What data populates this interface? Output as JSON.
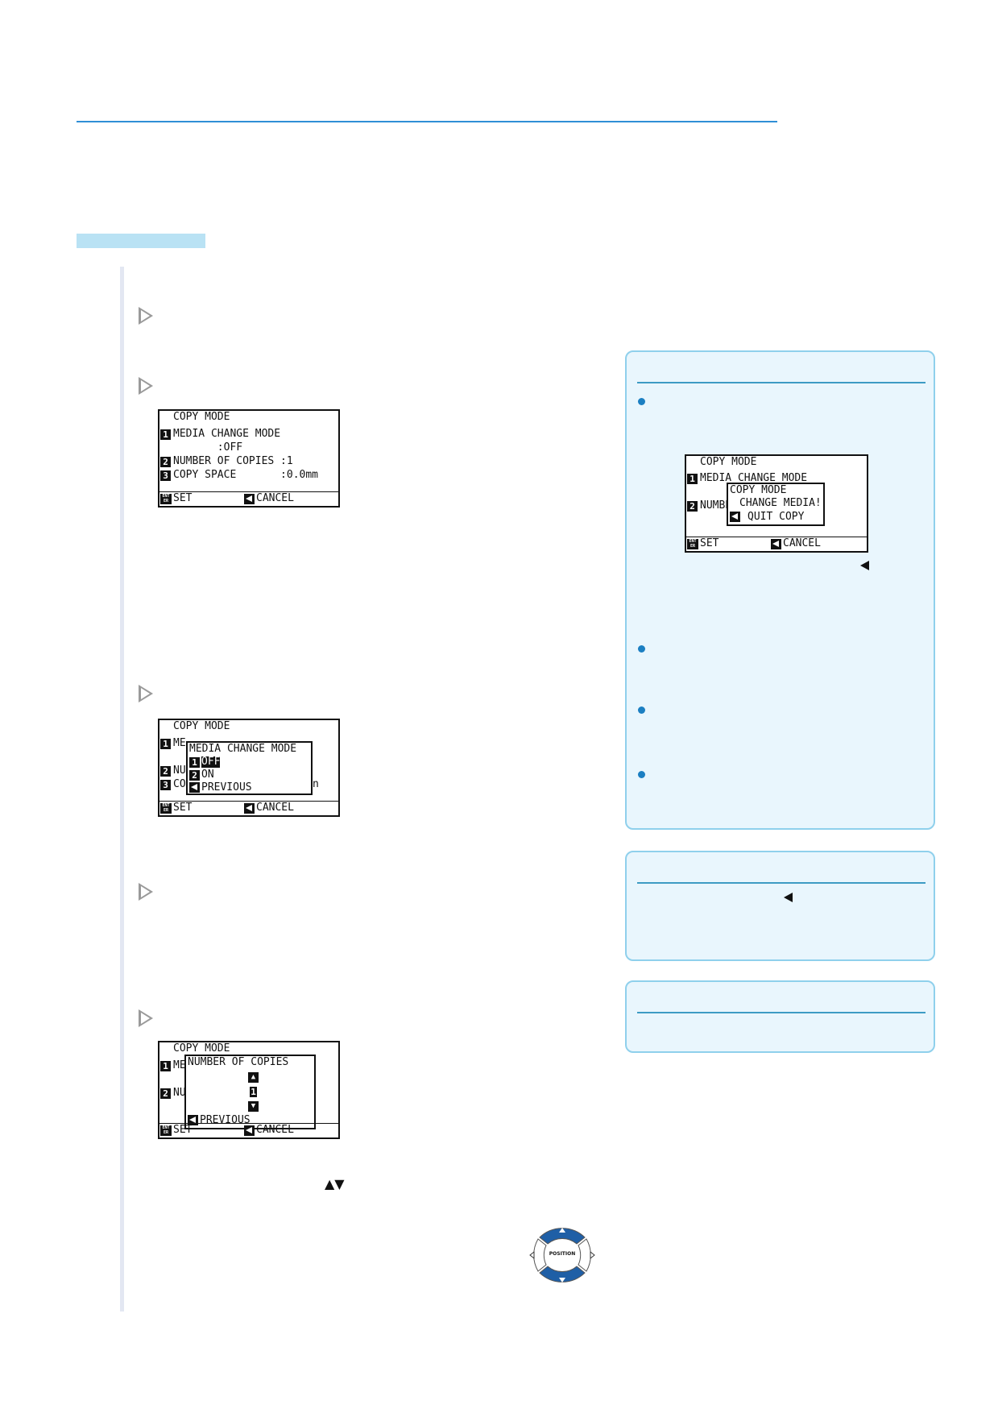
{
  "colors": {
    "accent_rule": "#2f8fd6",
    "section_bar": "#b9e2f4",
    "box_border": "#8fd0ec",
    "box_fill": "#e9f6fd",
    "bullet": "#1b7fc2",
    "dial": "#1f5fa6"
  },
  "screen1": {
    "title": "COPY MODE",
    "r1": "MEDIA CHANGE MODE",
    "r1v": "       :OFF",
    "r2": "NUMBER OF COPIES :1",
    "r3": "COPY SPACE       :0.0mm",
    "n1": "1",
    "n2": "2",
    "n3": "3",
    "set": "SET",
    "cancel": "CANCEL",
    "ent": "ENT ER"
  },
  "screen2": {
    "title": "COPY MODE",
    "bg1": "ME",
    "bg2": "NU",
    "bg3": "CO",
    "bgtail": "n",
    "popup_title": "MEDIA CHANGE MODE",
    "opt1": "OFF",
    "opt2": "ON",
    "prev": "PREVIOUS",
    "n1": "1",
    "n2": "2",
    "n3": "3",
    "set": "SET",
    "cancel": "CANCEL",
    "ent": "ENT ER"
  },
  "screen3": {
    "title": "COPY MODE",
    "bg1": "ME",
    "bg2": "NU",
    "popup_title": "NUMBER OF COPIES",
    "value": "1",
    "prev": "PREVIOUS",
    "n1": "1",
    "n2": "2",
    "set": "SET",
    "cancel": "CANCEL",
    "ent": "ENT ER"
  },
  "screen4": {
    "title": "COPY MODE",
    "r1": "MEDIA CHANGE MODE",
    "r2": "NUMBE",
    "popup_l1": "COPY MODE",
    "popup_l2": "CHANGE MEDIA!",
    "popup_l3": "QUIT COPY",
    "n1": "1",
    "n2": "2",
    "set": "SET",
    "cancel": "CANCEL",
    "ent": "ENT ER"
  },
  "updown_glyph": "▲▼",
  "dial": {
    "label": "POSITION"
  }
}
